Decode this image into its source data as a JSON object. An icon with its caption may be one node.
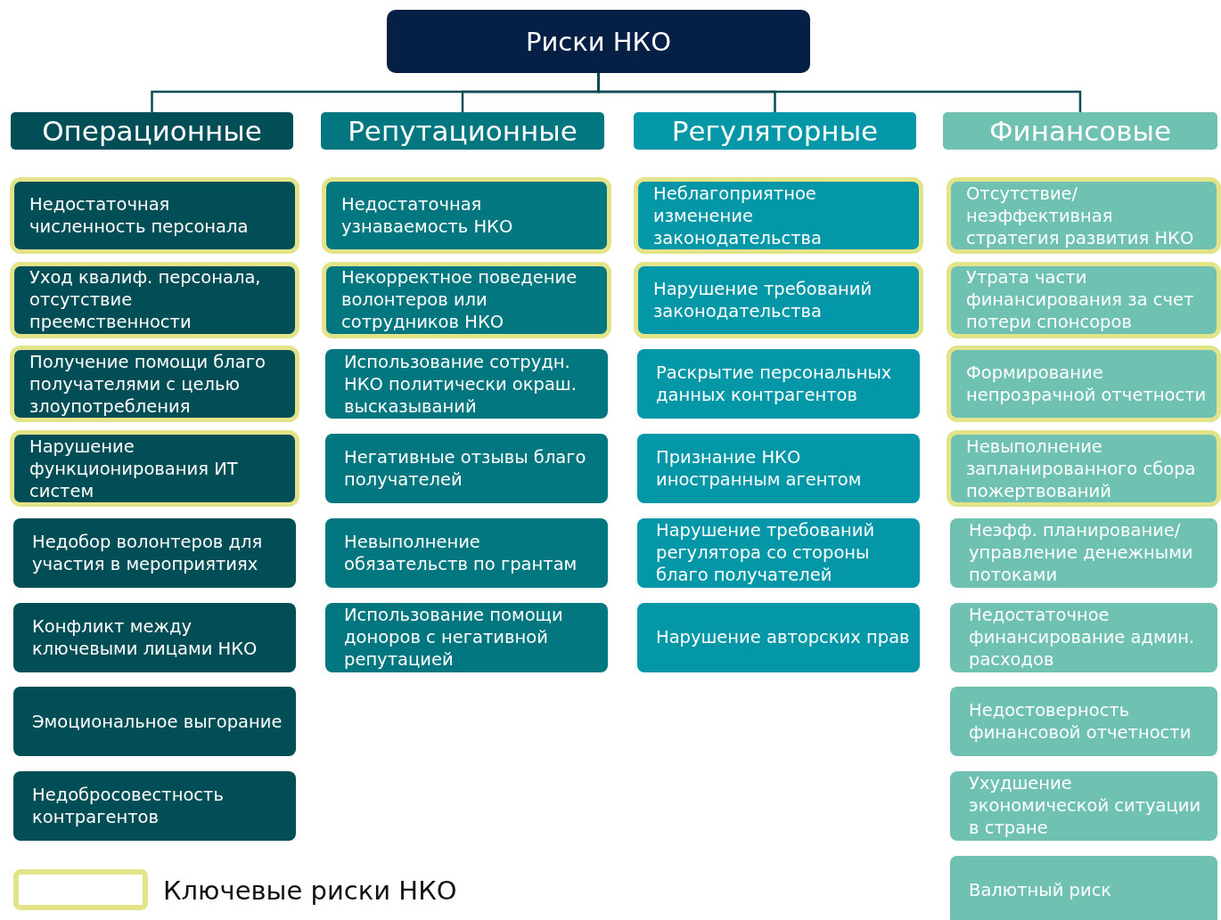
{
  "diagram": {
    "nodes": [
      {
        "text": [
          "Риски НКО"
        ]
      },
      {
        "text": [
          "Операционные"
        ]
      },
      {
        "text": [
          "Репутационные"
        ]
      },
      {
        "text": [
          "Регуляторные"
        ]
      },
      {
        "text": [
          "Финансовые"
        ]
      },
      {
        "text": [
          "Недостаточная численность персонала"
        ]
      },
      {
        "text": [
          "Уход квалиф. персонала, отсутствие преемственности"
        ]
      },
      {
        "text": [
          "Получение помощи благо получателями с целью злоупотребления"
        ]
      },
      {
        "text": [
          "Нарушение функционирования ИТ систем"
        ]
      },
      {
        "text": [
          "Недобор волонтеров для участия в мероприятиях"
        ]
      },
      {
        "text": [
          "Конфликт между ключевыми лицами НКО"
        ]
      },
      {
        "text": [
          "Эмоциональное выгорание"
        ]
      },
      {
        "text": [
          "Недобросовестность контрагентов"
        ]
      },
      {
        "text": [
          "Недостаточная узнаваемость НКО"
        ]
      },
      {
        "text": [
          "Некорректное поведение волонтеров или сотрудников НКО"
        ]
      },
      {
        "text": [
          "Использование сотрудн. НКО политически окраш. высказываний"
        ]
      },
      {
        "text": [
          "Негативные отзывы благо получателей"
        ]
      },
      {
        "text": [
          "Невыполнение обязательств по грантам"
        ]
      },
      {
        "text": [
          "Использование помощи доноров с негативной репутацией"
        ]
      },
      {
        "text": [
          "Неблагоприятное изменение законодательства"
        ]
      },
      {
        "text": [
          "Нарушение требований законодательства"
        ]
      },
      {
        "text": [
          "Раскрытие персональных данных контрагентов"
        ]
      },
      {
        "text": [
          "Признание НКО иностранным агентом"
        ]
      },
      {
        "text": [
          "Нарушение требований регулятора со стороны благо получателей"
        ]
      },
      {
        "text": [
          "Нарушение авторских прав"
        ]
      },
      {
        "text": [
          "Отсутствие/ неэффективная стратегия развития НКО"
        ]
      },
      {
        "text": [
          "Утрата части финансирования за счет потери спонсоров"
        ]
      },
      {
        "text": [
          "Формирование непрозрачной отчетности"
        ]
      },
      {
        "text": [
          "Невыполнение запланированного сбора пожертвований"
        ]
      },
      {
        "text": [
          "Неэфф. планирование/ управление денежными потоками"
        ]
      },
      {
        "text": [
          "Недостаточное финансирование админ. расходов"
        ]
      },
      {
        "text": [
          "Недостоверность финансовой отчетности"
        ]
      },
      {
        "text": [
          "Ухудшение экономической ситуации в стране"
        ]
      },
      {
        "text": [
          "Валютный риск"
        ]
      }
    ],
    "edges": [
      {
        "from": 0,
        "to": 1,
        "arrow": "none"
      },
      {
        "from": 0,
        "to": 2,
        "arrow": "none"
      },
      {
        "from": 0,
        "to": 3,
        "arrow": "none"
      },
      {
        "from": 0,
        "to": 4,
        "arrow": "none"
      }
    ],
    "legend": [
      {
        "text": "Ключевые риски НКО"
      }
    ]
  }
}
